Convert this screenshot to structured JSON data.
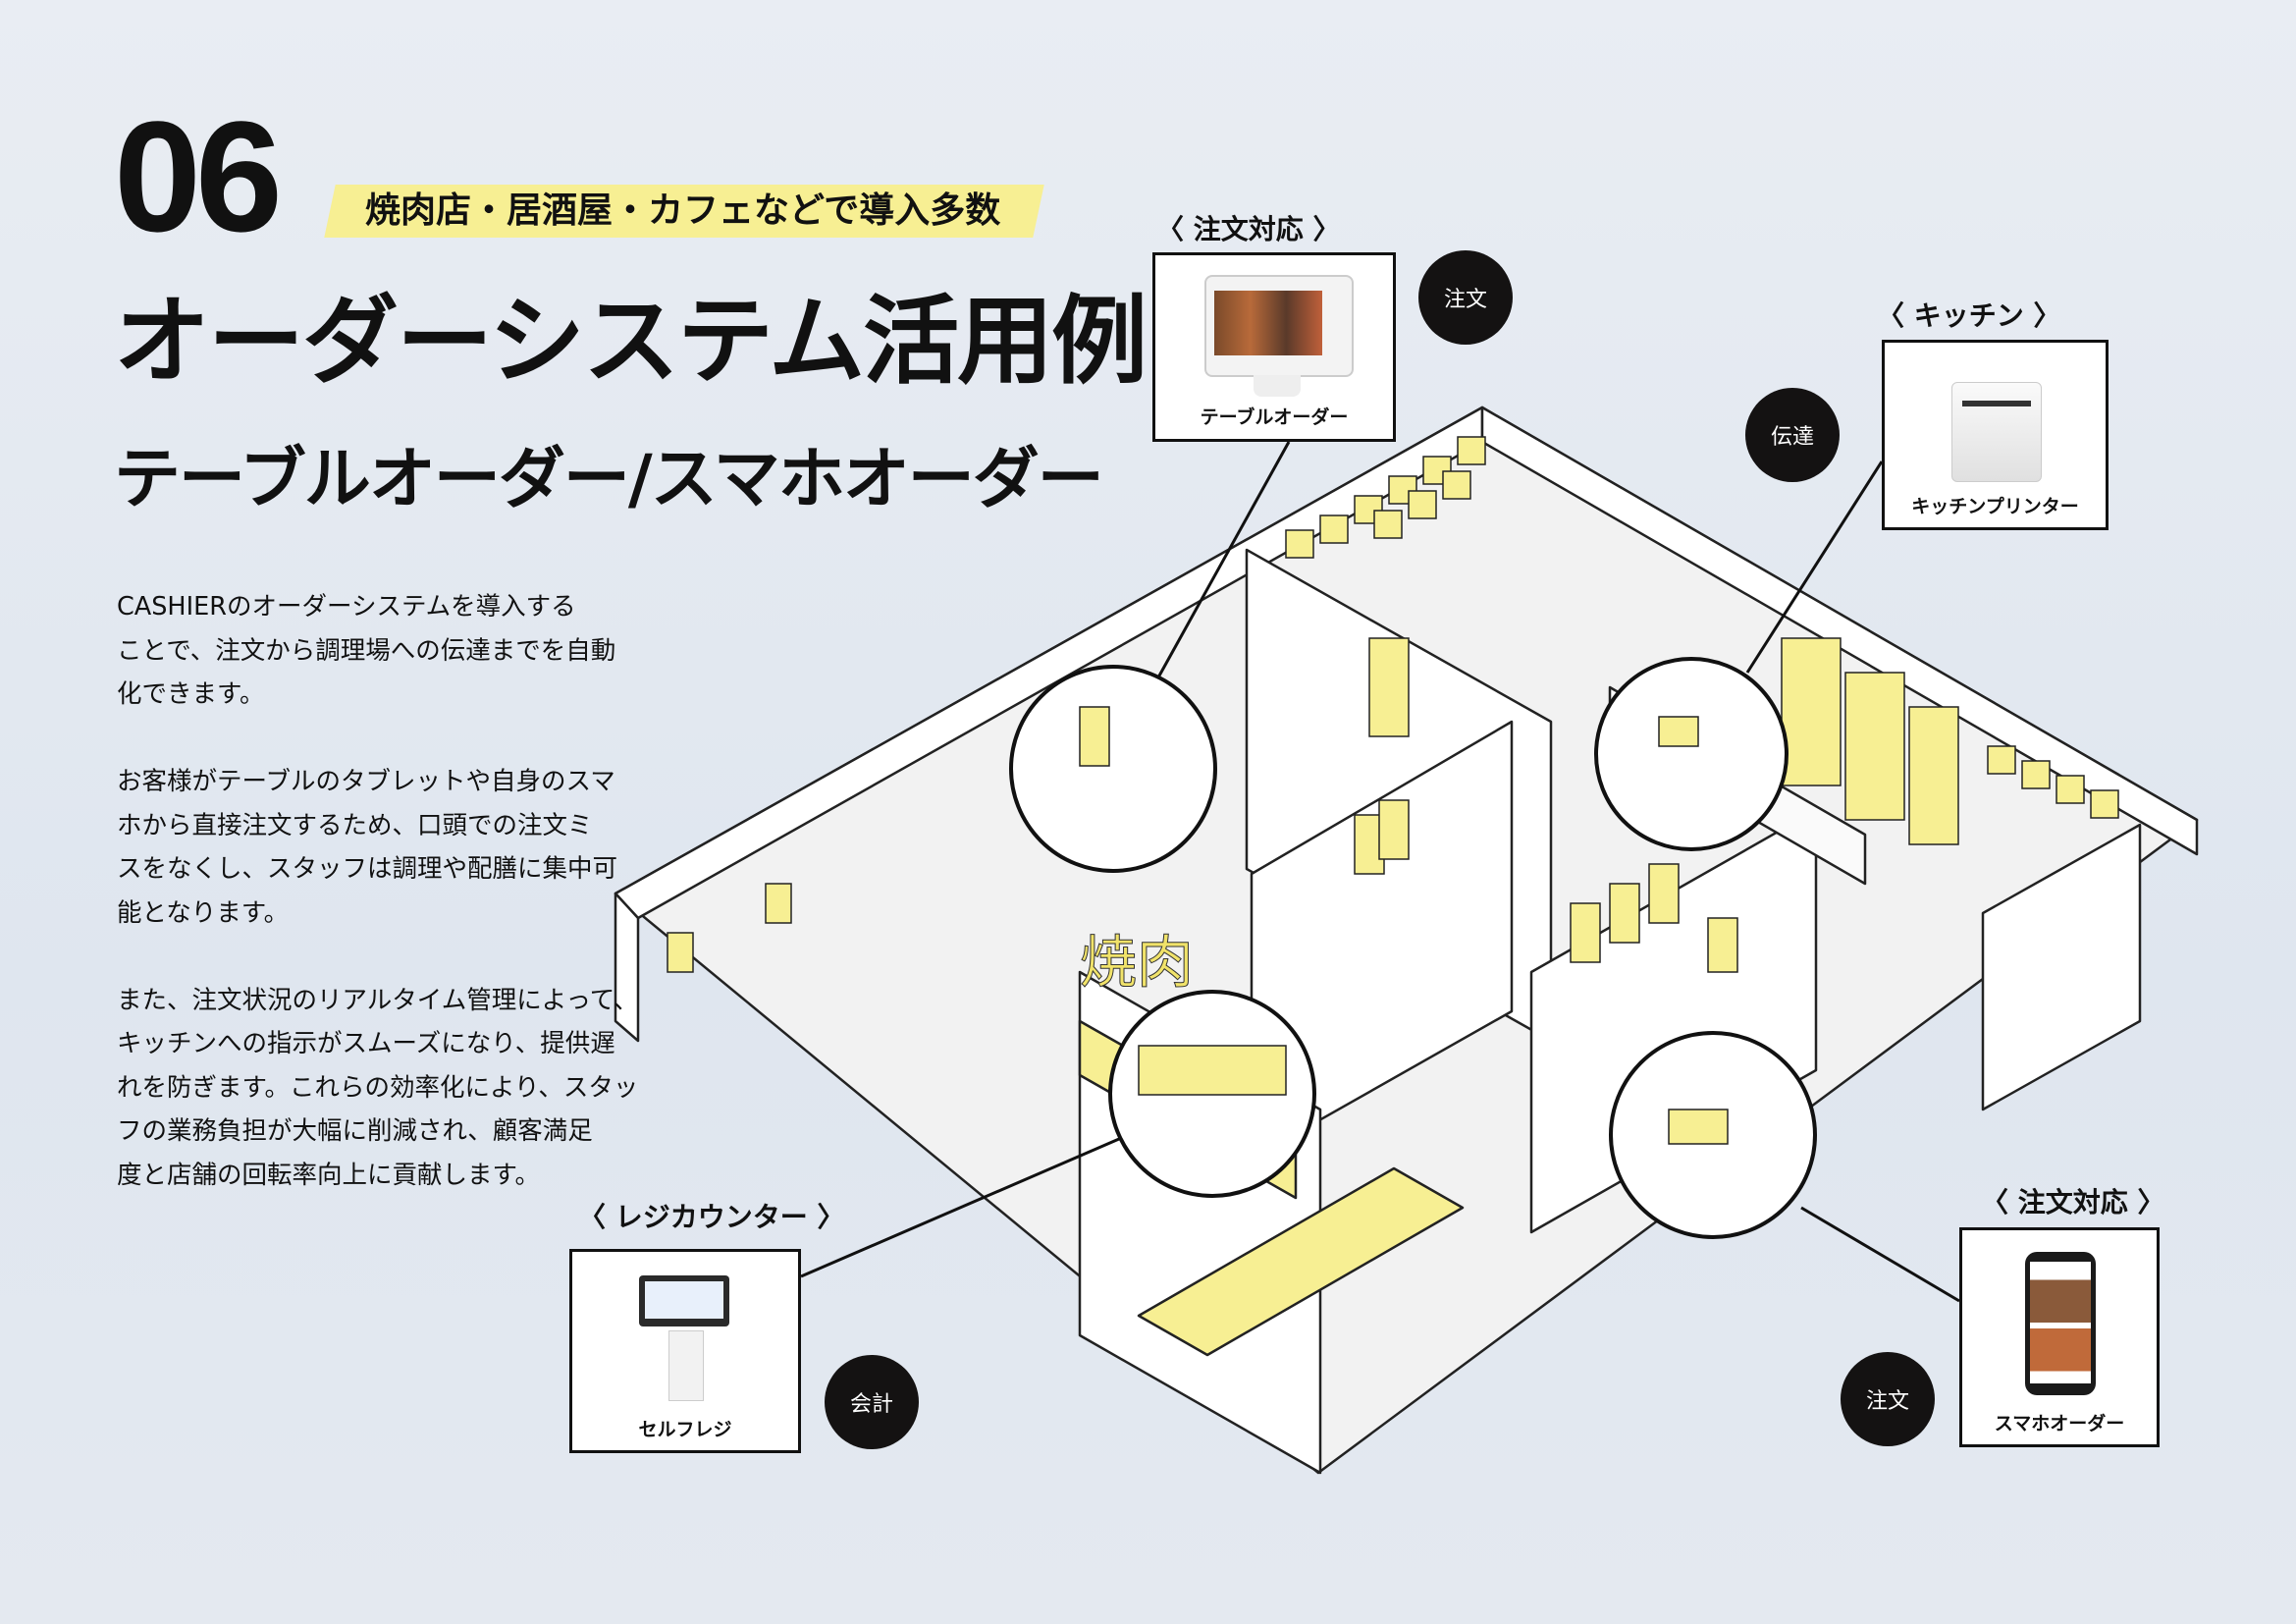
{
  "section_number": "06",
  "tagline": "焼肉店・居酒屋・カフェなどで導入多数",
  "title": "オーダーシステム活用例",
  "subtitle": "テーブルオーダー/スマホオーダー",
  "body": {
    "p1": [
      "CASHIERのオーダーシステムを導入する",
      "ことで、注文から調理場への伝達までを自動",
      "化できます。"
    ],
    "p2": [
      "お客様がテーブルのタブレットや自身のスマ",
      "ホから直接注文するため、口頭での注文ミ",
      "スをなくし、スタッフは調理や配膳に集中可",
      "能となります。"
    ],
    "p3": [
      "また、注文状況のリアルタイム管理によって、",
      "キッチンへの指示がスムーズになり、提供遅",
      "れを防ぎます。これらの効率化により、スタッ",
      "フの業務負担が大幅に削減され、顧客満足",
      "度と店舗の回転率向上に貢献します。"
    ]
  },
  "callouts": {
    "table_order": {
      "heading": "〈 注文対応 〉",
      "caption": "テーブルオーダー",
      "action": "注文"
    },
    "kitchen": {
      "heading": "〈 キッチン 〉",
      "caption": "キッチンプリンター",
      "action": "伝達"
    },
    "register": {
      "heading": "〈 レジカウンター 〉",
      "caption": "セルフレジ",
      "action": "会計"
    },
    "smartphone": {
      "heading": "〈 注文対応 〉",
      "caption": "スマホオーダー",
      "action": "注文"
    }
  },
  "scene": {
    "sign": "焼肉"
  },
  "colors": {
    "accent_yellow": "#f7ef93",
    "dark": "#141212"
  }
}
